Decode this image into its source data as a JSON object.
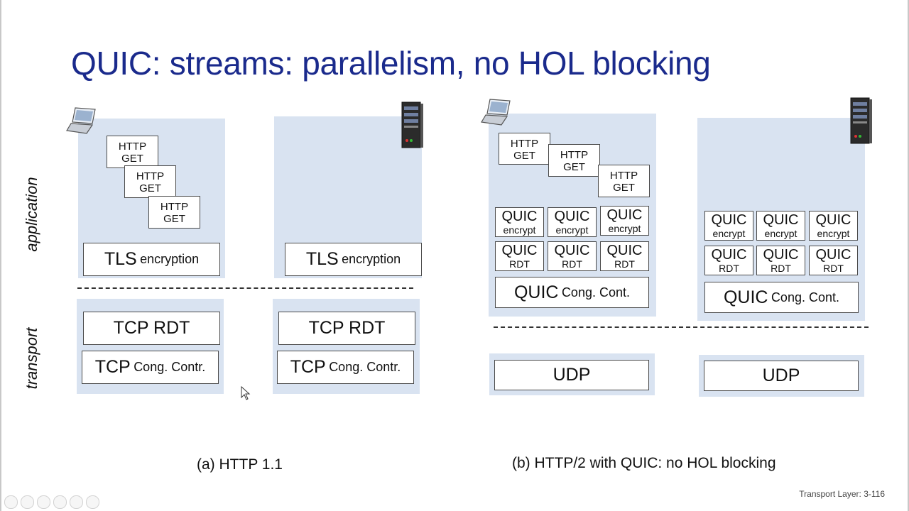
{
  "title": "QUIC: streams: parallelism, no HOL blocking",
  "layers": {
    "application": "application",
    "transport": "transport"
  },
  "http_get": "HTTP\nGET",
  "left": {
    "tls_main": "TLS",
    "tls_sub": "encryption",
    "tcp_rdt": "TCP RDT",
    "tcp_cc_main": "TCP",
    "tcp_cc_sub": "Cong. Contr.",
    "caption": "(a) HTTP 1.1"
  },
  "right": {
    "quic": "QUIC",
    "encrypt": "encrypt",
    "rdt": "RDT",
    "cong_main": "QUIC",
    "cong_sub": "Cong. Cont.",
    "udp": "UDP",
    "caption": "(b) HTTP/2 with QUIC: no HOL blocking"
  },
  "icons": [
    "laptop-icon",
    "server-icon"
  ],
  "footer": "Transport Layer: 3-116",
  "colors": {
    "title": "#1a2a8c",
    "panel": "#d9e3f1"
  }
}
